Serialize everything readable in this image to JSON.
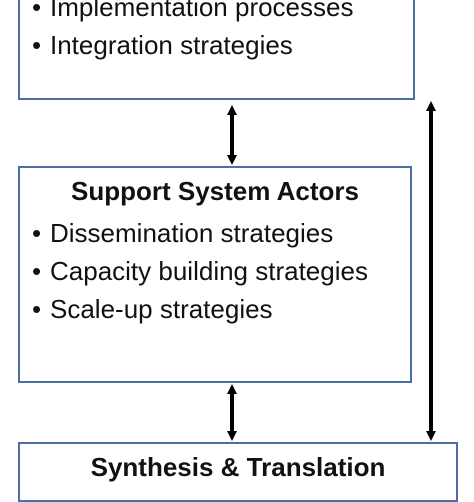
{
  "top_box": {
    "items": [
      "Implementation processes",
      "Integration strategies"
    ]
  },
  "middle_box": {
    "title": "Support System Actors",
    "items": [
      "Dissemination strategies",
      "Capacity building strategies",
      "Scale-up strategies"
    ]
  },
  "bottom_box": {
    "title": "Synthesis & Translation"
  },
  "colors": {
    "box_border": "#4a6fa5",
    "arrow": "#000000"
  }
}
